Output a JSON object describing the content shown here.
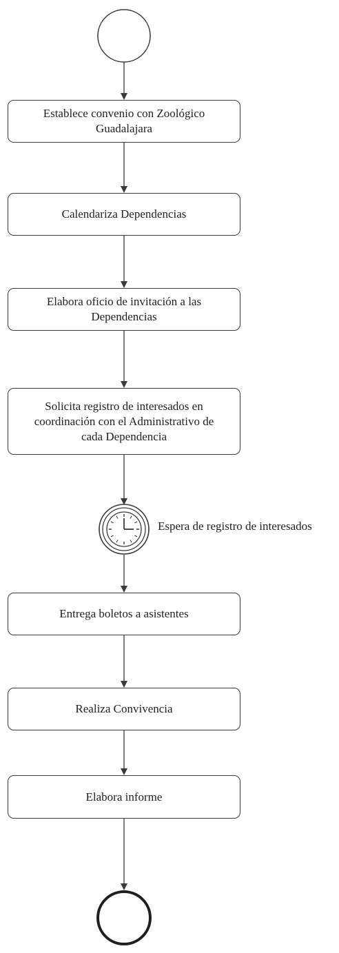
{
  "diagram": {
    "steps": [
      {
        "id": "establece",
        "text": "Establece convenio con Zoológico Guadalajara"
      },
      {
        "id": "calendariza",
        "text": "Calendariza Dependencias"
      },
      {
        "id": "elabora-oficio",
        "text": "Elabora oficio de invitación a las Dependencias"
      },
      {
        "id": "solicita",
        "text": "Solicita registro de interesados en coordinación con el Administrativo de cada Dependencia"
      },
      {
        "id": "entrega",
        "text": "Entrega boletos a asistentes"
      },
      {
        "id": "realiza",
        "text": "Realiza Convivencia"
      },
      {
        "id": "informe",
        "text": "Elabora informe"
      }
    ],
    "timer_event_label": "Espera de registro de interesados",
    "colors": {
      "stroke": "#3a3a3a",
      "background": "#ffffff"
    },
    "icons": {
      "start": "start-event-circle",
      "end": "end-event-circle",
      "timer": "clock-icon"
    }
  }
}
